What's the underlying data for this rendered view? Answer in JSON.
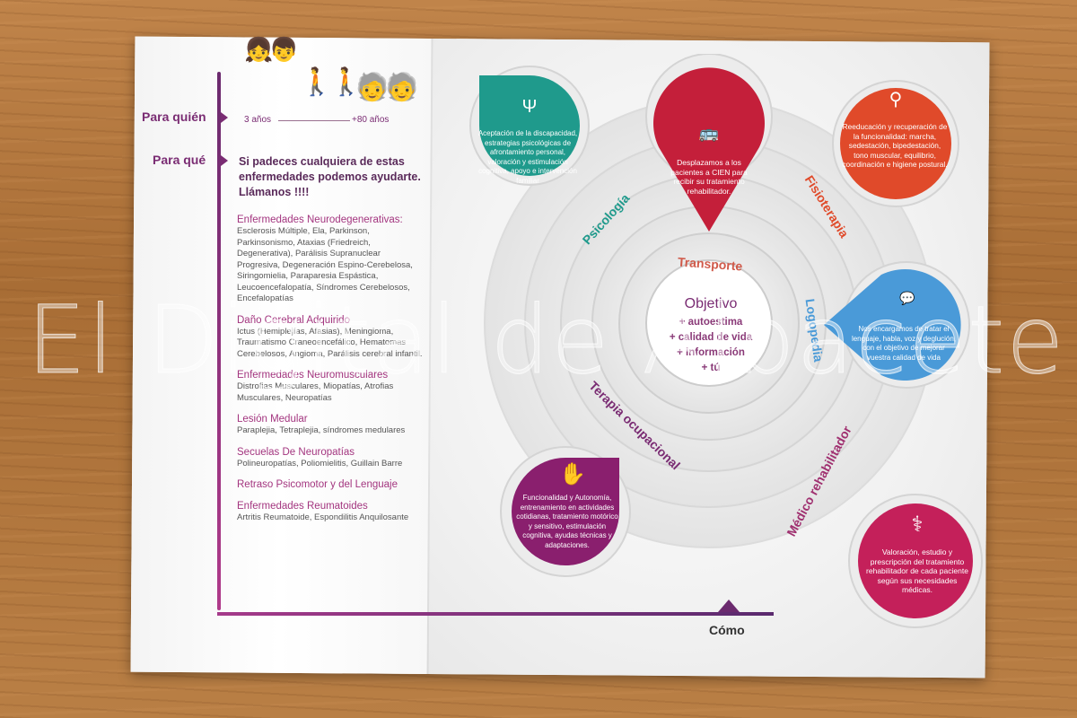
{
  "left": {
    "for_whom_label": "Para quién",
    "for_what_label": "Para qué",
    "age_min": "3 años",
    "age_max": "+80 años",
    "intro": "Si padeces cualquiera de estas enfermedades podemos ayudarte. Llámanos !!!!",
    "diseases": [
      {
        "title": "Enfermedades Neurodegenerativas:",
        "body": "Esclerosis Múltiple, Ela, Parkinson, Parkinsonismo, Ataxias (Friedreich, Degenerativa), Parálisis Supranuclear Progresiva, Degeneración Espino-Cerebelosa, Siringomielia, Paraparesia Espástica, Leucoencefalopatía, Síndromes Cerebelosos, Encefalopatías"
      },
      {
        "title": "Daño Cerebral Adquirido",
        "body": "Ictus (Hemiplejías, Afasias), Meningioma, Traumatismo Craneoencefálico, Hematomas Cerebelosos, Angioma, Parálisis cerebral infantil."
      },
      {
        "title": "Enfermedades Neuromusculares",
        "body": "Distrofias Musculares, Miopatías, Atrofias Musculares, Neuropatías"
      },
      {
        "title": "Lesión Medular",
        "body": "Paraplejia, Tetraplejia, síndromes medulares"
      },
      {
        "title": "Secuelas De Neuropatías",
        "body": "Polineuropatías, Poliomielitis, Guillain Barre"
      },
      {
        "title": "Retraso Psicomotor y del Lenguaje",
        "body": ""
      },
      {
        "title": "Enfermedades Reumatoides",
        "body": "Artritis Reumatoide, Espondilitis Anquilosante"
      }
    ],
    "how_label": "Cómo"
  },
  "center": {
    "title": "Objetivo",
    "lines": [
      "+ autoestima",
      "+ calidad de vida",
      "+ información",
      "+ tú"
    ]
  },
  "arc_labels": {
    "psicologia": "Psicología",
    "transporte": "Transporte",
    "fisioterapia": "Fisioterapia",
    "logopedia": "Logopedia",
    "medico": "Médico rehabilitador",
    "terapia": "Terapia ocupacional"
  },
  "bubbles": {
    "psicologia": {
      "icon": "Ψ",
      "text": "Aceptación de la discapacidad, estrategias psicológicas de afrontamiento personal, valoración y estimulación cognitiva, apoyo e intervención familiar",
      "color": "#1f9a8c"
    },
    "transporte": {
      "icon": "🚌",
      "text": "Desplazamos a los pacientes a CIEN para recibir su tratamiento rehabilitador.",
      "color": "#c41f3a"
    },
    "fisioterapia": {
      "icon": "⚲",
      "text": "Reeducación y recuperación de la funcionalidad: marcha, sedestación, bipedestación, tono muscular, equilibrio, coordinación e higiene postural.",
      "color": "#e04a2a"
    },
    "logopedia": {
      "icon": "💬",
      "text": "Nos encargamos de tratar el lenguaje, habla, voz y deglución, con el objetivo de mejorar vuestra calidad de vida",
      "color": "#4a9ad8"
    },
    "terapia": {
      "icon": "✋",
      "text": "Funcionalidad y Autonomía, entrenamiento en actividades cotidianas, tratamiento motórico y sensitivo, estimulación cognitiva, ayudas técnicas y adaptaciones.",
      "color": "#8a1f6e"
    },
    "medico": {
      "icon": "⚕",
      "text": "Valoración, estudio y prescripción del tratamiento rehabilitador de cada paciente según sus necesidades médicas.",
      "color": "#c4205a"
    }
  },
  "watermark": "El Digital de Albacete"
}
